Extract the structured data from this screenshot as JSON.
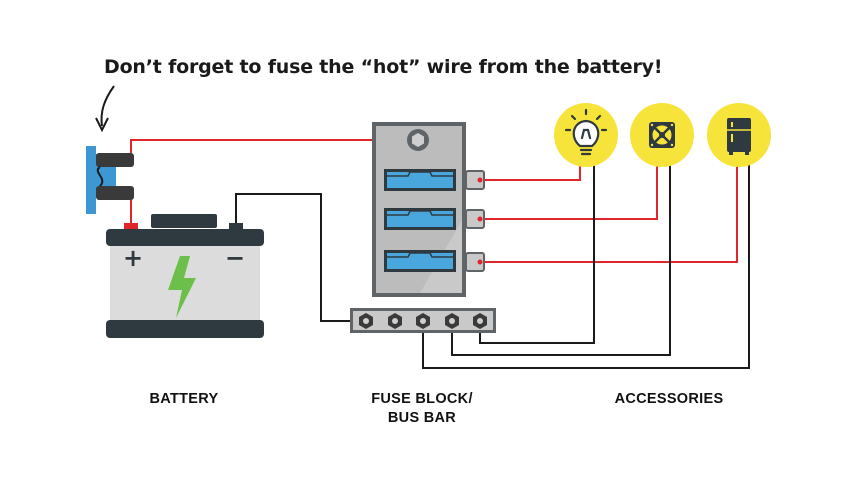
{
  "heading": "Don’t forget to fuse the “hot” wire from the battery!",
  "labels": {
    "battery": "BATTERY",
    "fuse_block_line1": "FUSE BLOCK/",
    "fuse_block_line2": "BUS BAR",
    "accessories": "ACCESSORIES"
  },
  "battery": {
    "positive_symbol": "+",
    "negative_symbol": "−"
  },
  "accessories": [
    {
      "name": "light-bulb",
      "icon": "light-bulb-icon"
    },
    {
      "name": "fan",
      "icon": "fan-icon"
    },
    {
      "name": "fridge",
      "icon": "fridge-icon"
    }
  ],
  "colors": {
    "hot_wire": "#e0262b",
    "ground_wire": "#1a1a1a",
    "accessory_circle": "#f7e43a",
    "fuse": "#4aa7dd",
    "battery_body": "#dcdcdc",
    "battery_dark": "#2f3a40",
    "bolt": "#6cbf4a",
    "fuse_holder": "#3d97d3"
  }
}
